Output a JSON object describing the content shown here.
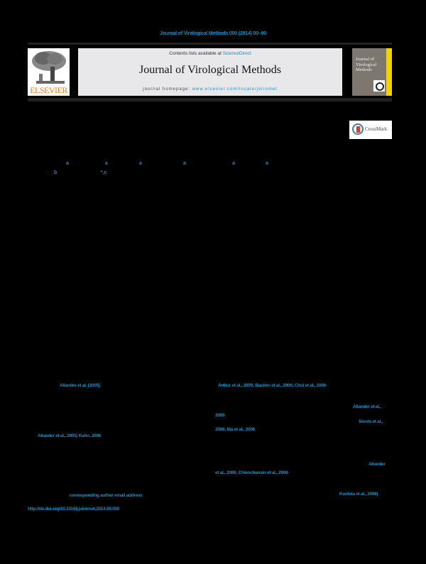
{
  "running_head": "Journal of Virological Methods 000 (2014) 00–00",
  "header": {
    "publisher_logo_text": "ELSEVIER",
    "contents_prefix": "Contents lists available at ",
    "contents_link": "ScienceDirect",
    "journal_title": "Journal of Virological Methods",
    "homepage_label": "journal homepage: ",
    "homepage_url": "www.elsevier.com/locate/jviromet",
    "cover_title": "Journal of Virological Methods"
  },
  "crossmark": {
    "label": "CrossMark"
  },
  "affiliation_marks": [
    "a",
    "a",
    "a",
    "a",
    "a",
    "a",
    "b",
    "*,c"
  ],
  "citations": {
    "c1": "Allander et al. (2005)",
    "c2": "Allander et al., 2005; Kahn, 2006",
    "c3": "Arthur et al., 2009; Bastien et al., 2006; Choi et al., 2006",
    "c4": "Allander et al.,",
    "c5": "2005",
    "c6": "Sloots et al.,",
    "c7": "2006; Ma et al., 2006",
    "c8": "Allander",
    "c9": "et al., 2005; Chieochansin et al., 2008",
    "c10": "Kantola et al., 2008)",
    "email": "corresponding author email address",
    "doi": "http://dx.doi.org/10.1016/j.jviromet.2014.00.000"
  }
}
